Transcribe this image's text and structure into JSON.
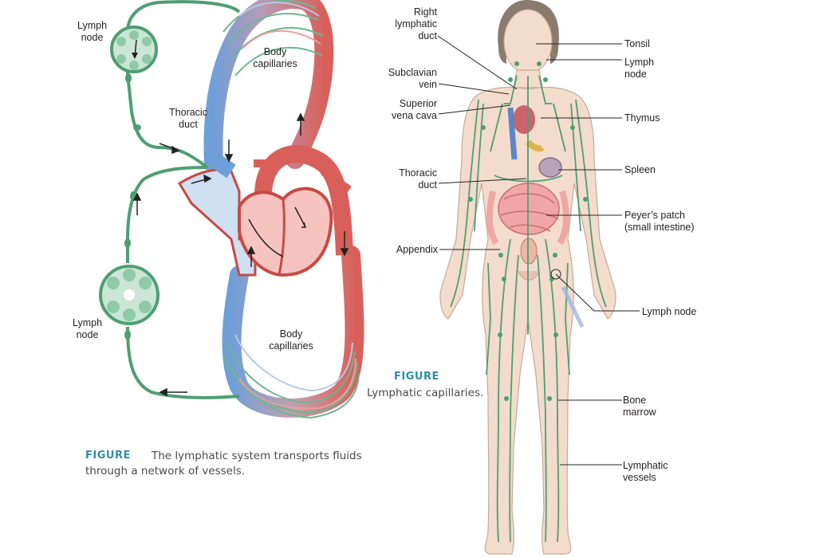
{
  "circulation": {
    "labels": {
      "lymph_node_top": "Lymph\nnode",
      "body_capillaries_top": "Body\ncapillaries",
      "thoracic_duct": "Thoracic\nduct",
      "lymph_node_bottom": "Lymph\nnode",
      "body_capillaries_bottom": "Body\ncapillaries"
    },
    "figure_tag": "FIGURE",
    "caption_line1": "The lymphatic system transports fluids",
    "caption_line2": "through a network of vessels."
  },
  "anatomy": {
    "left_labels": {
      "right_lymphatic_duct": "Right\nlymphatic\nduct",
      "subclavian_vein": "Subclavian\nvein",
      "superior_vena_cava": "Superior\nvena cava",
      "thoracic_duct": "Thoracic\nduct",
      "appendix": "Appendix"
    },
    "right_labels": {
      "tonsil": "Tonsil",
      "lymph_node_neck": "Lymph\nnode",
      "thymus": "Thymus",
      "spleen": "Spleen",
      "peyers_patch": "Peyer’s patch\n(small intestine)",
      "lymph_node_groin": "Lymph node",
      "bone_marrow": "Bone\nmarrow",
      "lymphatic_vessels": "Lymphatic\nvessels"
    },
    "figure_tag": "FIGURE",
    "caption": "Lymphatic capillaries."
  },
  "colors": {
    "lymph_green": "#4e9e74",
    "vein_blue": "#6f9fd8",
    "artery_red": "#d9605a",
    "heart_red": "#c94a44",
    "skin": "#f3dccb",
    "figure_teal": "#2e8ea6"
  }
}
